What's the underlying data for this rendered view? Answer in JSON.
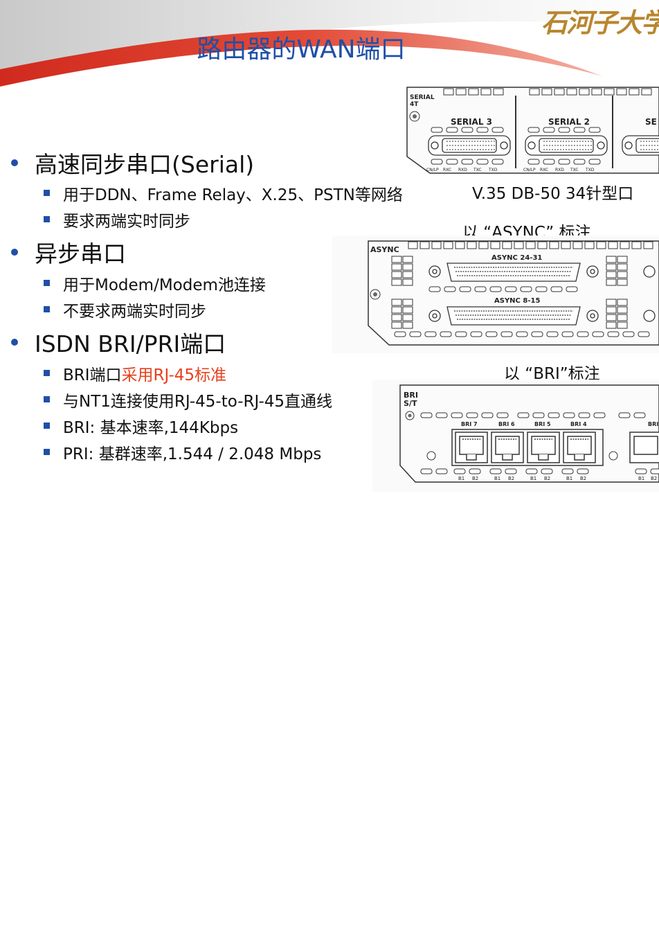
{
  "slide": {
    "title": "路由器的WAN端口",
    "logo_text": "石河子大学",
    "colors": {
      "title": "#1f4fa8",
      "bullet": "#1f4fa8",
      "highlight": "#e8401c",
      "banner_red": "#d93a2b"
    }
  },
  "bullets": [
    {
      "text": "高速同步串口(Serial)",
      "subs": [
        {
          "text": "用于DDN、Frame Relay、X.25、PSTN等网络"
        },
        {
          "text": "要求两端实时同步"
        }
      ]
    },
    {
      "text": "异步串口",
      "subs": [
        {
          "text": "用于Modem/Modem池连接"
        },
        {
          "text": "不要求两端实时同步"
        }
      ]
    },
    {
      "text": "ISDN BRI/PRI端口",
      "subs": [
        {
          "text": "BRI端口",
          "highlight": "采用RJ-45标准"
        },
        {
          "text": "与NT1连接使用RJ-45-to-RJ-45直通线"
        },
        {
          "text": "BRI: 基本速率,144Kbps"
        },
        {
          "text": "PRI: 基群速率,1.544 / 2.048 Mbps"
        }
      ]
    }
  ],
  "figures": {
    "serial": {
      "caption": "V.35 DB-50 34针型口",
      "panel_label_1": "SERIAL",
      "panel_label_2": "4T",
      "ports": [
        "SERIAL 3",
        "SERIAL 2",
        "SE"
      ],
      "pin_labels": [
        "CN/LP",
        "RXC",
        "RXD",
        "TXC",
        "TXD"
      ]
    },
    "async": {
      "caption": "以 “ASYNC” 标注",
      "panel_label": "ASYNC",
      "ports": [
        "ASYNC 24-31",
        "ASYNC 8-15"
      ]
    },
    "bri": {
      "caption": "以 “BRI”标注",
      "panel_label_1": "BRI",
      "panel_label_2": "S/T",
      "ports": [
        "BRI 7",
        "BRI 6",
        "BRI 5",
        "BRI 4",
        "BRI"
      ],
      "channel_labels": [
        "B1",
        "B2"
      ]
    }
  }
}
